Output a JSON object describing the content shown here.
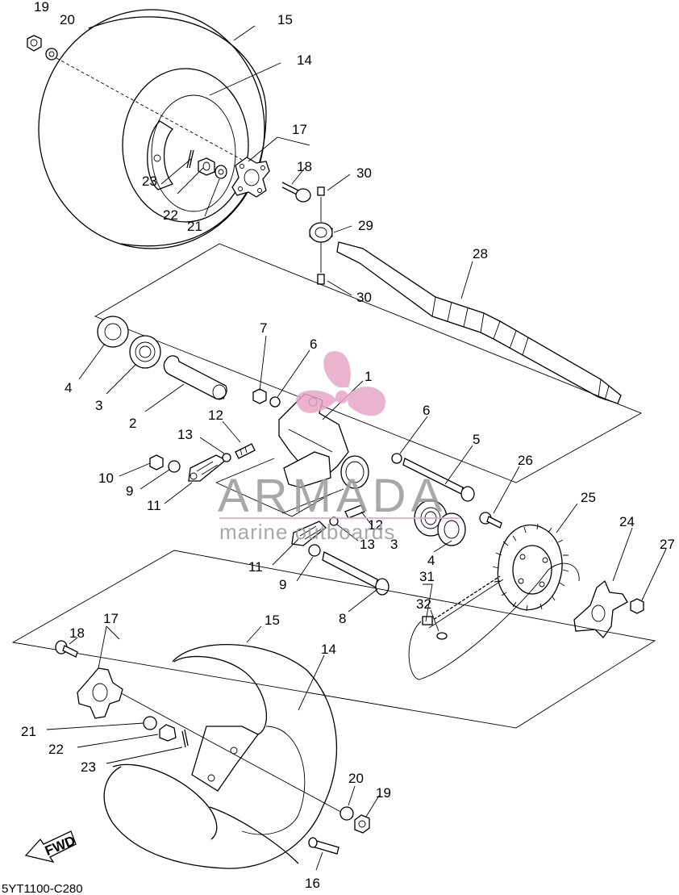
{
  "diagram_code": "5YT1100-C280",
  "fwd_label": "FWD",
  "watermark": {
    "brand": "ARMADA",
    "tagline": "marine outboards",
    "color": "#e7a6c6"
  },
  "callouts": [
    {
      "id": "c19a",
      "text": "19"
    },
    {
      "id": "c20a",
      "text": "20"
    },
    {
      "id": "c15a",
      "text": "15"
    },
    {
      "id": "c14a",
      "text": "14"
    },
    {
      "id": "c17a",
      "text": "17"
    },
    {
      "id": "c18a",
      "text": "18"
    },
    {
      "id": "c30a",
      "text": "30"
    },
    {
      "id": "c29",
      "text": "29"
    },
    {
      "id": "c23a",
      "text": "23"
    },
    {
      "id": "c22a",
      "text": "22"
    },
    {
      "id": "c21a",
      "text": "21"
    },
    {
      "id": "c28",
      "text": "28"
    },
    {
      "id": "c30b",
      "text": "30"
    },
    {
      "id": "c7",
      "text": "7"
    },
    {
      "id": "c6a",
      "text": "6"
    },
    {
      "id": "c1",
      "text": "1"
    },
    {
      "id": "c4a",
      "text": "4"
    },
    {
      "id": "c3a",
      "text": "3"
    },
    {
      "id": "c2",
      "text": "2"
    },
    {
      "id": "c12a",
      "text": "12"
    },
    {
      "id": "c13a",
      "text": "13"
    },
    {
      "id": "c6b",
      "text": "6"
    },
    {
      "id": "c5",
      "text": "5"
    },
    {
      "id": "c10",
      "text": "10"
    },
    {
      "id": "c9a",
      "text": "9"
    },
    {
      "id": "c11a",
      "text": "11"
    },
    {
      "id": "c26",
      "text": "26"
    },
    {
      "id": "c25",
      "text": "25"
    },
    {
      "id": "c12b",
      "text": "12"
    },
    {
      "id": "c13b",
      "text": "13"
    },
    {
      "id": "c3b",
      "text": "3"
    },
    {
      "id": "c24",
      "text": "24"
    },
    {
      "id": "c27",
      "text": "27"
    },
    {
      "id": "c4b",
      "text": "4"
    },
    {
      "id": "c11b",
      "text": "11"
    },
    {
      "id": "c31",
      "text": "31"
    },
    {
      "id": "c9b",
      "text": "9"
    },
    {
      "id": "c32",
      "text": "32"
    },
    {
      "id": "c8",
      "text": "8"
    },
    {
      "id": "c17b",
      "text": "17"
    },
    {
      "id": "c15b",
      "text": "15"
    },
    {
      "id": "c18b",
      "text": "18"
    },
    {
      "id": "c14b",
      "text": "14"
    },
    {
      "id": "c21b",
      "text": "21"
    },
    {
      "id": "c22b",
      "text": "22"
    },
    {
      "id": "c23b",
      "text": "23"
    },
    {
      "id": "c20b",
      "text": "20"
    },
    {
      "id": "c19b",
      "text": "19"
    },
    {
      "id": "c16",
      "text": "16"
    }
  ]
}
